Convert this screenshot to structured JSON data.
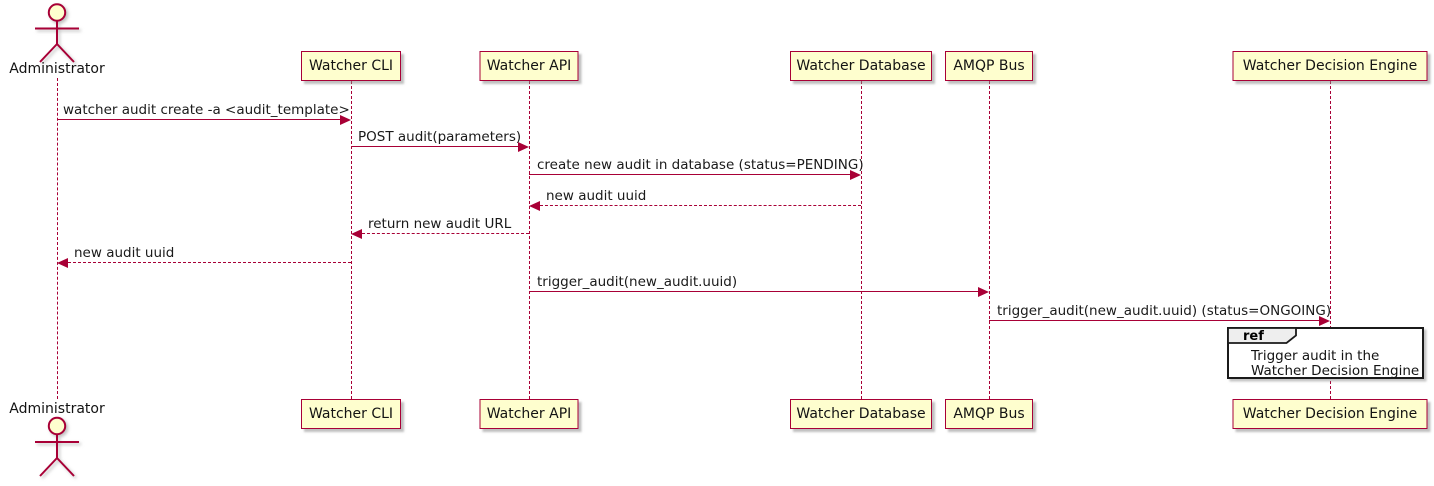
{
  "diagram": {
    "type": "sequence-diagram",
    "background": "#FFFFFF",
    "accent_color": "#A80036",
    "participant_fill": "#FEFECE",
    "ref_header_fill": "#EEEEEE",
    "actor": {
      "name": "Administrator"
    },
    "participants": [
      {
        "label": "Watcher CLI"
      },
      {
        "label": "Watcher API"
      },
      {
        "label": "Watcher Database"
      },
      {
        "label": "AMQP Bus"
      },
      {
        "label": "Watcher Decision Engine"
      }
    ],
    "messages": [
      {
        "from": "Administrator",
        "to": "Watcher CLI",
        "text": "watcher audit create -a <audit_template>",
        "line": "solid"
      },
      {
        "from": "Watcher CLI",
        "to": "Watcher API",
        "text": "POST audit(parameters)",
        "line": "solid"
      },
      {
        "from": "Watcher API",
        "to": "Watcher Database",
        "text": "create new audit in database (status=PENDING)",
        "line": "solid"
      },
      {
        "from": "Watcher Database",
        "to": "Watcher API",
        "text": "new audit uuid",
        "line": "dashed"
      },
      {
        "from": "Watcher API",
        "to": "Watcher CLI",
        "text": "return new audit URL",
        "line": "dashed"
      },
      {
        "from": "Watcher CLI",
        "to": "Administrator",
        "text": "new audit uuid",
        "line": "dashed"
      },
      {
        "from": "Watcher API",
        "to": "AMQP Bus",
        "text": "trigger_audit(new_audit.uuid)",
        "line": "solid"
      },
      {
        "from": "AMQP Bus",
        "to": "Watcher Decision Engine",
        "text": "trigger_audit(new_audit.uuid) (status=ONGOING)",
        "line": "solid"
      }
    ],
    "ref_fragment": {
      "keyword": "ref",
      "over": "Watcher Decision Engine",
      "lines": [
        "Trigger audit in the",
        "Watcher Decision Engine"
      ]
    }
  }
}
